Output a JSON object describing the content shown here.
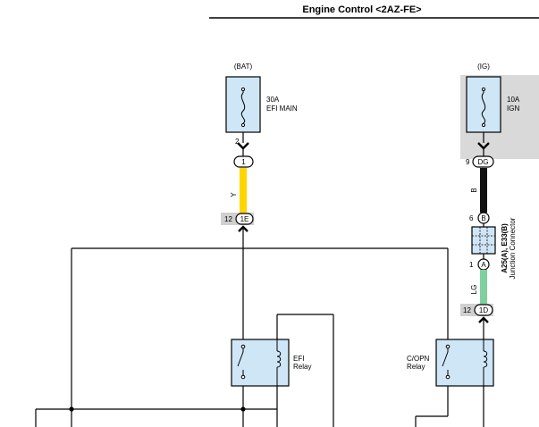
{
  "header": {
    "title": "Engine Control <2AZ-FE>"
  },
  "left": {
    "source": "(BAT)",
    "fuse": {
      "rating": "30A",
      "name": "EFI MAIN"
    },
    "fuse_pin": "2",
    "conn_1": "1",
    "wire_color": "Y",
    "wire_hex": "#ffd500",
    "jb_pin": "12",
    "jb_conn": "1E",
    "relay": {
      "line1": "EFI",
      "line2": "Relay"
    }
  },
  "right": {
    "source": "(IG)",
    "fuse": {
      "rating": "10A",
      "name": "IGN"
    },
    "fuse_pin": "9",
    "fuse_conn": "DG",
    "wire1_color": "B",
    "jc_pin_b_num": "6",
    "jc_pin_b": "B",
    "jc_pin_a_num": "1",
    "jc_pin_a": "A",
    "jc_name": "A25(A), E33(B)",
    "jc_desc": "Junction Connector",
    "wire2_color": "LG",
    "wire2_hex": "#7fcfa0",
    "jb_pin": "12",
    "jb_conn": "1D",
    "relay": {
      "line1": "C/OPN",
      "line2": "Relay"
    }
  },
  "colors": {
    "relay_fill": "#cfe6f7",
    "fuse_fill": "#cfe6f7",
    "ig_block": "#d9d9d9",
    "jb_block": "#d0d0d0"
  }
}
